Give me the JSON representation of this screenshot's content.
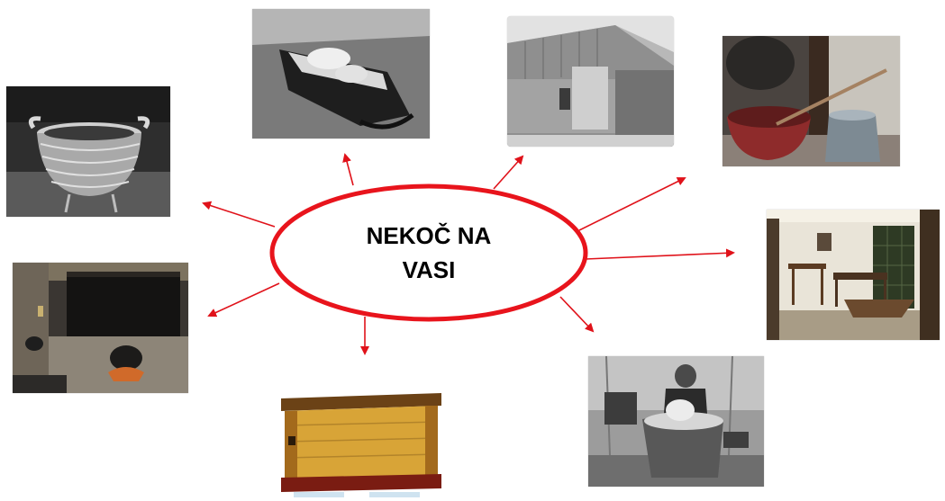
{
  "center": {
    "line1": "NEKOČ NA",
    "line2": "VASI"
  },
  "colors": {
    "accent": "#e8141c",
    "arrow": "#e0121a",
    "background": "#ffffff"
  },
  "photos": [
    {
      "subject": "wicker-basket",
      "tone": "grayscale"
    },
    {
      "subject": "cradle",
      "tone": "grayscale"
    },
    {
      "subject": "old-stone-house",
      "tone": "grayscale"
    },
    {
      "subject": "kitchen-pots",
      "tone": "color"
    },
    {
      "subject": "room-with-tiled-stove",
      "tone": "color"
    },
    {
      "subject": "open-hearth-fireplace",
      "tone": "color"
    },
    {
      "subject": "wooden-chest",
      "tone": "color"
    },
    {
      "subject": "woman-with-washtub",
      "tone": "grayscale"
    }
  ]
}
